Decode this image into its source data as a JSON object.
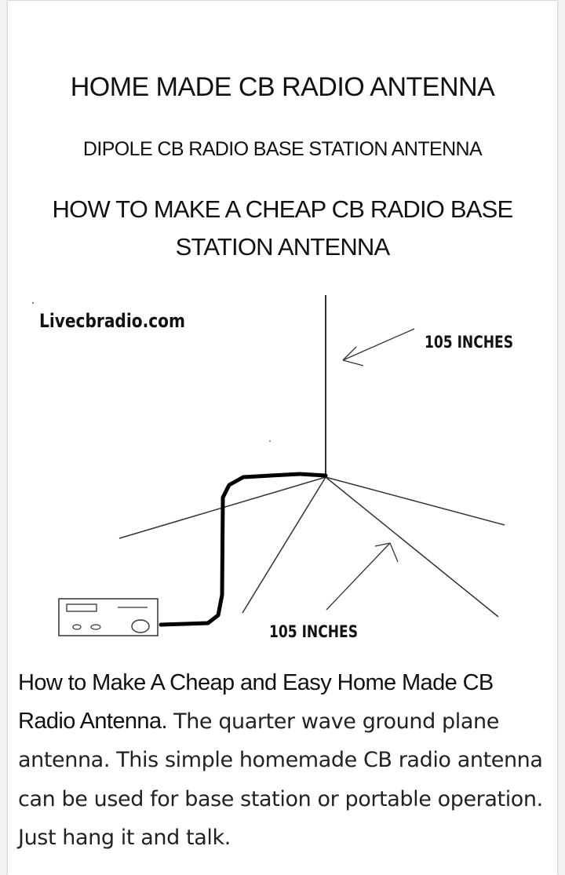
{
  "article": {
    "title": "HOME MADE CB RADIO ANTENNA",
    "subtitle": "DIPOLE CB RADIO BASE STATION ANTENNA",
    "heading": "HOW TO MAKE A CHEAP CB RADIO BASE STATION ANTENNA",
    "diagram": {
      "watermark": "Livecbradio.com",
      "label_vertical": "105 INCHES",
      "label_radials": "105 INCHES"
    },
    "body_lead": "How to Make A Cheap and Easy Home Made CB Radio Antenna.",
    "body_rest": " The quarter wave ground plane antenna. This simple homemade CB radio antenna can be used for base station or portable operation. Just hang it and talk."
  }
}
